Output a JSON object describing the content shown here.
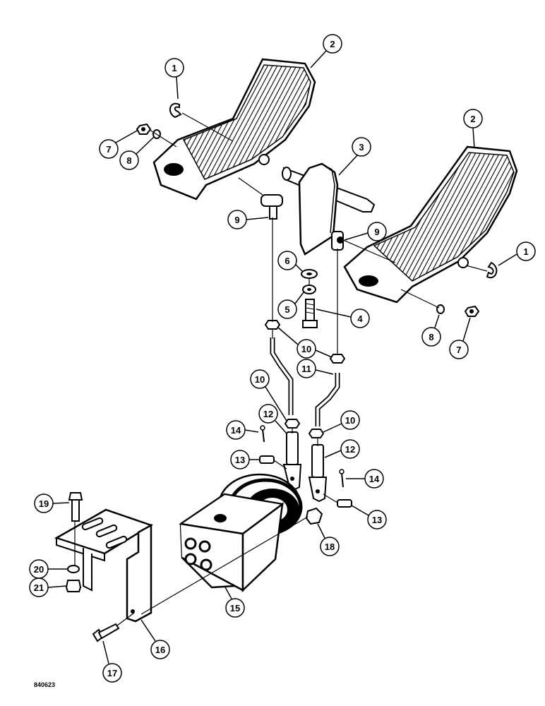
{
  "figure_id": "840623",
  "callouts": [
    "1",
    "2",
    "3",
    "4",
    "5",
    "6",
    "7",
    "8",
    "9",
    "10",
    "11",
    "12",
    "13",
    "14",
    "15",
    "16",
    "17",
    "18",
    "19",
    "20",
    "21",
    "2",
    "1",
    "7",
    "8",
    "9",
    "10",
    "10",
    "10",
    "12",
    "13",
    "14"
  ],
  "colors": {
    "ink": "#000000",
    "paper": "#ffffff",
    "shade": "#d9d9d9"
  }
}
